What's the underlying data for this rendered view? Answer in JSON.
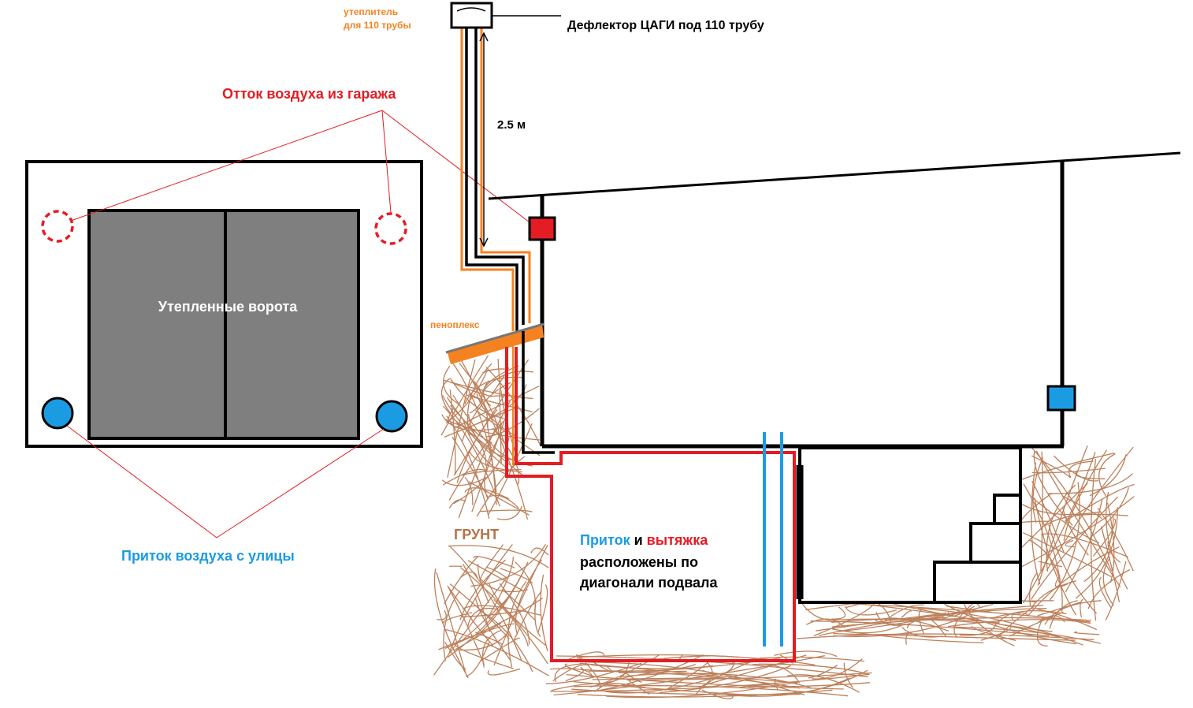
{
  "labels": {
    "deflector": "Дефлектор ЦАГИ под 110 трубу",
    "insulation_line1": "утеплитель",
    "insulation_line2": "для 110 трубы",
    "height": "2.5 м",
    "outflow": "Отток воздуха из гаража",
    "gate": "Утепленные ворота",
    "penoplex": "пеноплекс",
    "ground": "ГРУНТ",
    "inflow": "Приток воздуха с улицы",
    "note_inflow": "Приток",
    "note_and": " и ",
    "note_exhaust": "вытяжка",
    "note_line2": "расположены по",
    "note_line3": "диагонали подвала"
  },
  "colors": {
    "red": "#e41c24",
    "blue": "#1b9ce2",
    "orange": "#f58220",
    "ground": "#b5734a",
    "gate": "#7f7f7f",
    "black": "#000000",
    "gray": "#777777"
  }
}
